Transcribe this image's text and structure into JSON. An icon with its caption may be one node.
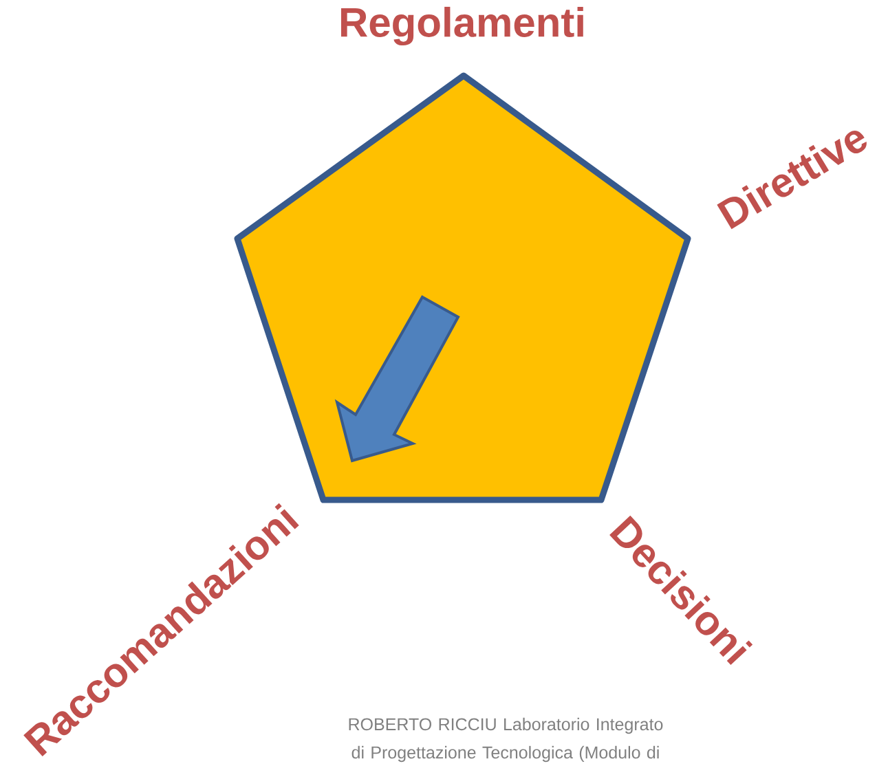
{
  "diagram": {
    "labels": [
      "Regolamenti",
      "Direttive",
      "Decisioni",
      "Raccomandazioni",
      "ROBERTO RICCIU   Laboratorio Integrato di Progettazione Tecnologica (Modulo di"
    ]
  }
}
